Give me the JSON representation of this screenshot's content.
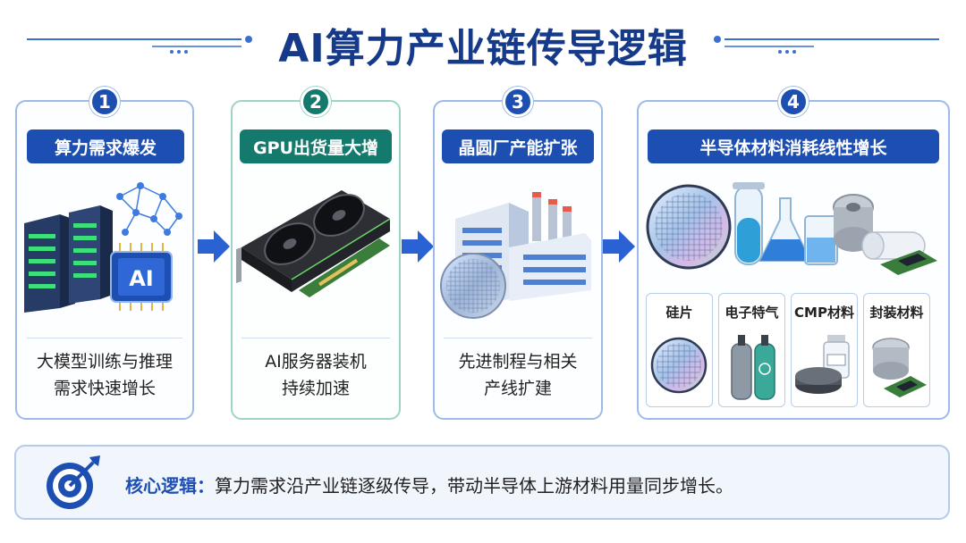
{
  "title": "AI算力产业链传导逻辑",
  "colors": {
    "primary": "#1d4fb3",
    "teal": "#157a6e",
    "border": "#9dbbe6"
  },
  "steps": [
    {
      "number": "1",
      "title": "算力需求爆发",
      "caption_line1": "大模型训练与推理",
      "caption_line2": "需求快速增长",
      "chip_label": "AI",
      "icon": "server-rack-ai-chip"
    },
    {
      "number": "2",
      "title": "GPU出货量大增",
      "caption_line1": "AI服务器装机",
      "caption_line2": "持续加速",
      "icon": "gpu-card"
    },
    {
      "number": "3",
      "title": "晶圆厂产能扩张",
      "caption_line1": "先进制程与相关",
      "caption_line2": "产线扩建",
      "icon": "factory-wafer"
    },
    {
      "number": "4",
      "title": "半导体材料消耗线性增长",
      "icon": "materials",
      "materials": [
        {
          "label": "硅片",
          "icon": "wafer-icon"
        },
        {
          "label": "电子特气",
          "icon": "gas-cylinder-icon"
        },
        {
          "label": "CMP材料",
          "icon": "cmp-pad-icon"
        },
        {
          "label": "封装材料",
          "icon": "package-icon"
        }
      ]
    }
  ],
  "logic": {
    "key": "核心逻辑：",
    "text": "算力需求沿产业链逐级传导，带动半导体上游材料用量同步增长。",
    "icon": "target-icon"
  }
}
